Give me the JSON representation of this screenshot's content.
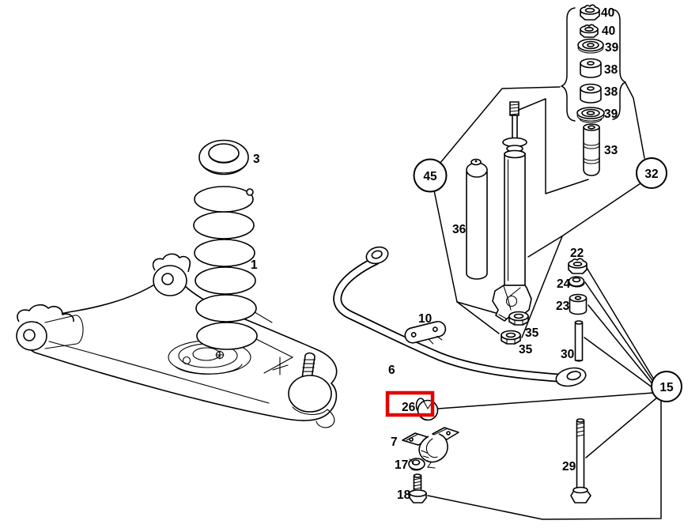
{
  "diagram": {
    "type": "exploded-parts-diagram",
    "subject": "front-suspension",
    "background": "#ffffff",
    "line_color": "#000000",
    "highlight": {
      "part_number": "26",
      "box_color": "#e60000"
    },
    "callouts": [
      {
        "number": "45"
      },
      {
        "number": "32"
      },
      {
        "number": "15"
      }
    ],
    "labels": [
      "40",
      "40",
      "39",
      "38",
      "38",
      "39",
      "33",
      "36",
      "3",
      "1",
      "22",
      "24",
      "23",
      "30",
      "35",
      "35",
      "10",
      "6",
      "26",
      "7",
      "17",
      "18",
      "29"
    ]
  }
}
